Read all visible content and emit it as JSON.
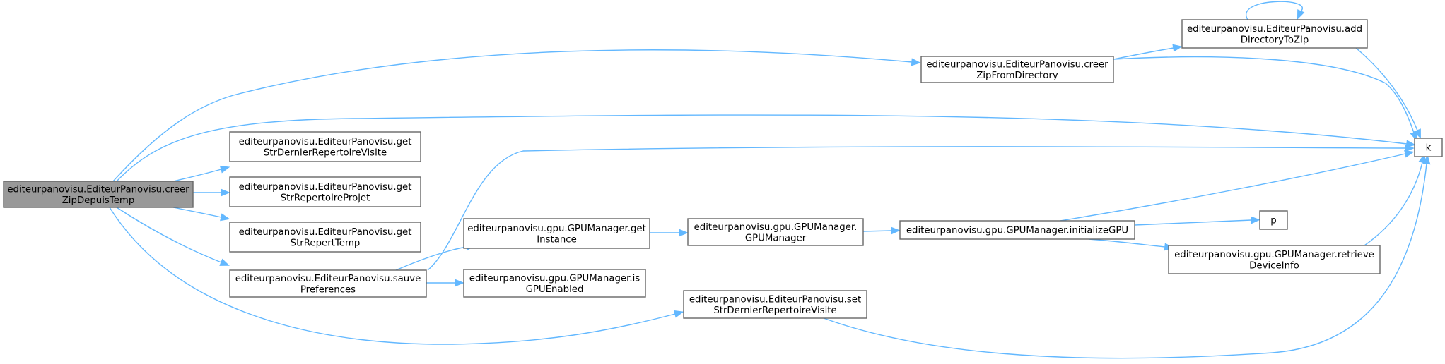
{
  "graph": {
    "nodes": {
      "root": {
        "lines": [
          "editeurpanovisu.EditeurPanovisu.creer",
          "ZipDepuisTemp"
        ]
      },
      "creerZipFromDirectory": {
        "lines": [
          "editeurpanovisu.EditeurPanovisu.creer",
          "ZipFromDirectory"
        ]
      },
      "addDirectoryToZip": {
        "lines": [
          "editeurpanovisu.EditeurPanovisu.add",
          "DirectoryToZip"
        ]
      },
      "k": {
        "lines": [
          "k"
        ]
      },
      "getStrDernierRepertoireVisite": {
        "lines": [
          "editeurpanovisu.EditeurPanovisu.get",
          "StrDernierRepertoireVisite"
        ]
      },
      "getStrRepertoireProjet": {
        "lines": [
          "editeurpanovisu.EditeurPanovisu.get",
          "StrRepertoireProjet"
        ]
      },
      "getStrRepertTemp": {
        "lines": [
          "editeurpanovisu.EditeurPanovisu.get",
          "StrRepertTemp"
        ]
      },
      "sauvePreferences": {
        "lines": [
          "editeurpanovisu.EditeurPanovisu.sauve",
          "Preferences"
        ]
      },
      "getInstance": {
        "lines": [
          "editeurpanovisu.gpu.GPUManager.get",
          "Instance"
        ]
      },
      "isGPUEnabled": {
        "lines": [
          "editeurpanovisu.gpu.GPUManager.is",
          "GPUEnabled"
        ]
      },
      "GPUManager": {
        "lines": [
          "editeurpanovisu.gpu.GPUManager.",
          "GPUManager"
        ]
      },
      "initializeGPU": {
        "lines": [
          "editeurpanovisu.gpu.GPUManager.initializeGPU"
        ]
      },
      "p": {
        "lines": [
          "p"
        ]
      },
      "retrieveDeviceInfo": {
        "lines": [
          "editeurpanovisu.gpu.GPUManager.retrieve",
          "DeviceInfo"
        ]
      },
      "setStrDernierRepertoireVisite": {
        "lines": [
          "editeurpanovisu.EditeurPanovisu.set",
          "StrDernierRepertoireVisite"
        ]
      }
    },
    "edges": [
      [
        "root",
        "creerZipFromDirectory"
      ],
      [
        "root",
        "k"
      ],
      [
        "root",
        "getStrDernierRepertoireVisite"
      ],
      [
        "root",
        "getStrRepertoireProjet"
      ],
      [
        "root",
        "getStrRepertTemp"
      ],
      [
        "root",
        "sauvePreferences"
      ],
      [
        "root",
        "setStrDernierRepertoireVisite"
      ],
      [
        "creerZipFromDirectory",
        "addDirectoryToZip"
      ],
      [
        "creerZipFromDirectory",
        "k"
      ],
      [
        "addDirectoryToZip",
        "addDirectoryToZip"
      ],
      [
        "addDirectoryToZip",
        "k"
      ],
      [
        "sauvePreferences",
        "k"
      ],
      [
        "sauvePreferences",
        "getInstance"
      ],
      [
        "sauvePreferences",
        "isGPUEnabled"
      ],
      [
        "getInstance",
        "GPUManager"
      ],
      [
        "GPUManager",
        "initializeGPU"
      ],
      [
        "initializeGPU",
        "k"
      ],
      [
        "initializeGPU",
        "p"
      ],
      [
        "initializeGPU",
        "retrieveDeviceInfo"
      ],
      [
        "retrieveDeviceInfo",
        "k"
      ],
      [
        "setStrDernierRepertoireVisite",
        "k"
      ]
    ],
    "colors": {
      "edge": "#63b8ff",
      "node_border": "#666666",
      "root_fill": "#999999",
      "node_fill": "#ffffff"
    }
  }
}
